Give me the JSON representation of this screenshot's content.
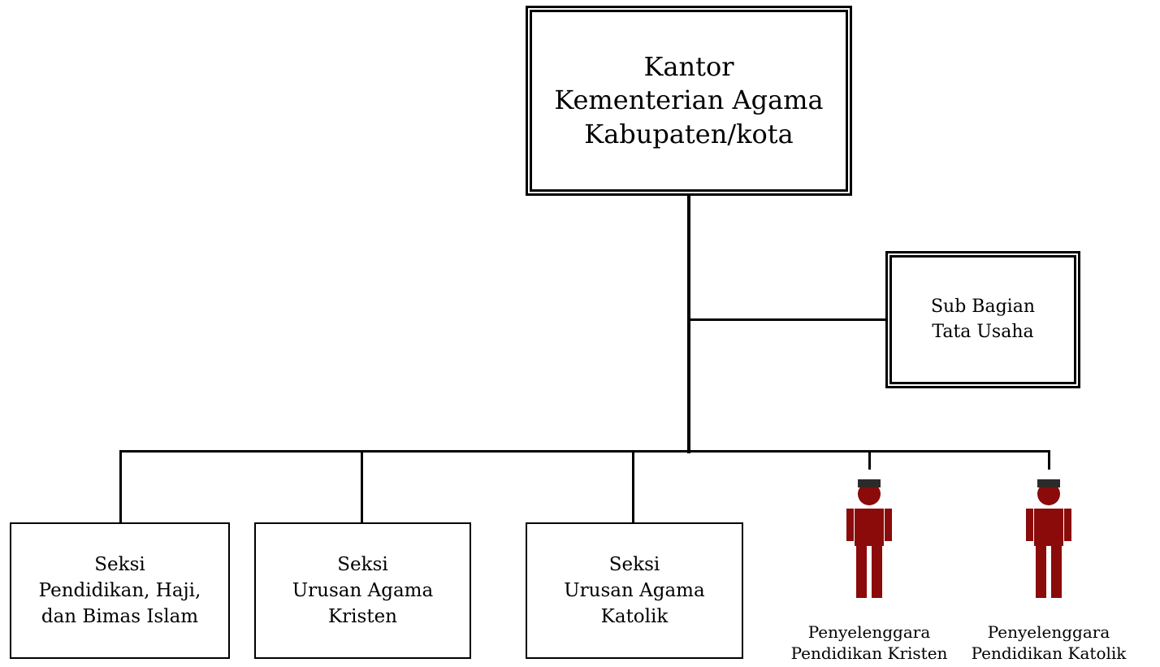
{
  "chart": {
    "head": {
      "label": "Kantor\nKementerian Agama\nKabupaten/kota"
    },
    "staff": {
      "label": "Sub Bagian\nTata Usaha"
    },
    "sections": [
      {
        "label": "Seksi\nPendidikan, Haji,\ndan Bimas Islam"
      },
      {
        "label": "Seksi\nUrusan Agama\nKristen"
      },
      {
        "label": "Seksi\nUrusan Agama\nKatolik"
      }
    ],
    "officials": [
      {
        "label": "Penyelenggara\nPendidikan Kristen",
        "icon": "person-icon"
      },
      {
        "label": "Penyelenggara\nPendidikan Katolik",
        "icon": "person-icon"
      }
    ]
  },
  "colors": {
    "person_body": "#8b0a0a",
    "person_hair": "#2b2b2b",
    "line": "#000000"
  }
}
